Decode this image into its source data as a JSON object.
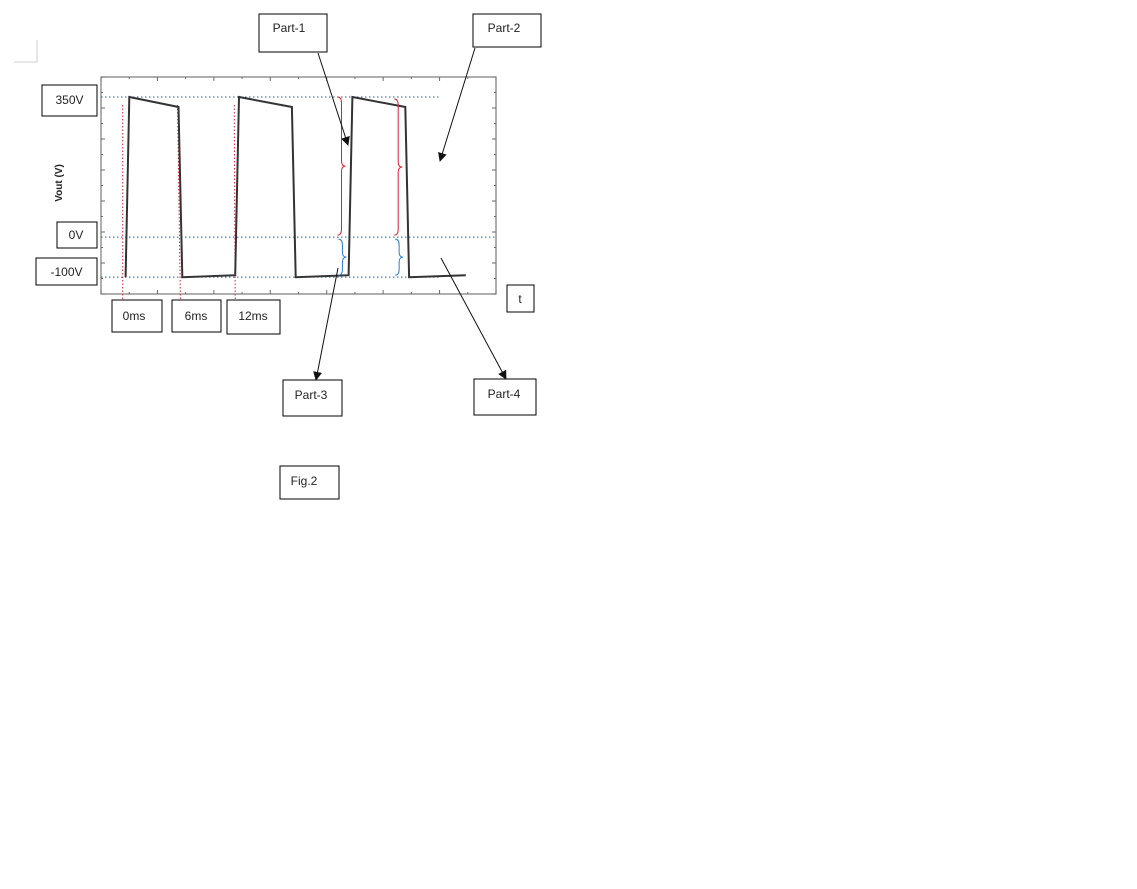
{
  "chart_data": {
    "type": "line",
    "ylabel": "Vout (V)",
    "xlabel": "t",
    "y_markers": [
      "350V",
      "0V",
      "-100V"
    ],
    "x_markers": [
      "0ms",
      "6ms",
      "12ms"
    ],
    "series": [
      {
        "x": [
          0,
          0.4,
          5.6,
          6.0,
          11.6,
          12.0,
          17.6,
          18.0,
          23.6,
          24.0,
          29.6,
          30.0,
          36.0
        ],
        "y": [
          -100,
          350,
          325,
          -100,
          -95,
          350,
          325,
          -100,
          -95,
          350,
          325,
          -100,
          -95
        ],
        "color": "#333333"
      }
    ],
    "xlim": [
      -2.6,
      39.2
    ],
    "ylim": [
      -142,
      400
    ],
    "guide_color": "#1f5fae",
    "marker_color": "#e0212a",
    "brace_color_upper": "#e0212a",
    "brace_color_lower": "#2a7fd0",
    "annotations": [
      {
        "label": "Part-1",
        "points_to": "upper-brace-1"
      },
      {
        "label": "Part-2",
        "points_to": "upper-brace-2"
      },
      {
        "label": "Part-3",
        "points_to": "lower-brace-1"
      },
      {
        "label": "Part-4",
        "points_to": "lower-brace-2"
      }
    ],
    "caption": "Fig.2"
  }
}
